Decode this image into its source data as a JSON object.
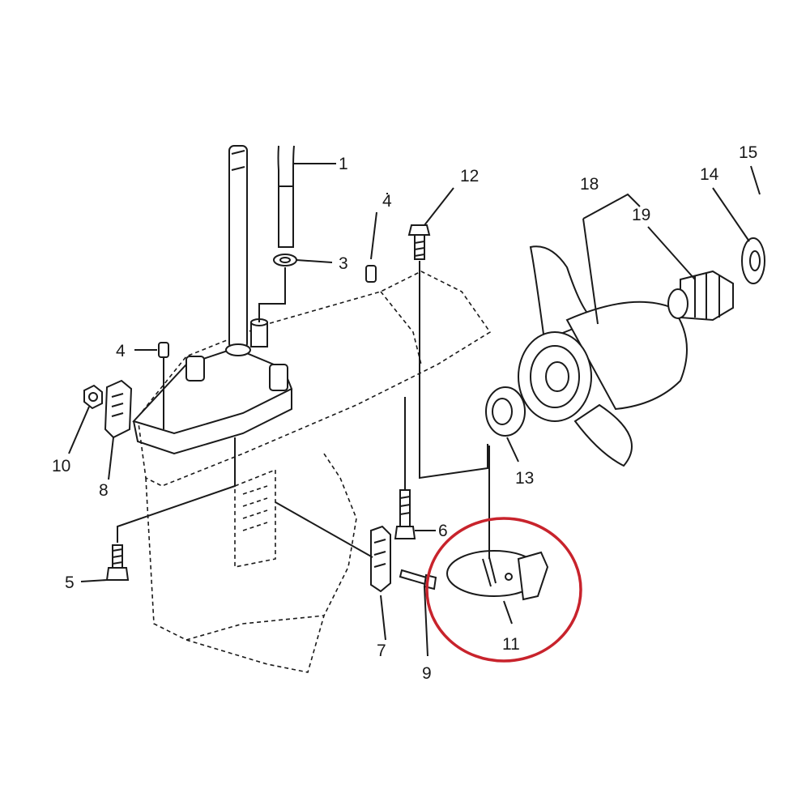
{
  "diagram": {
    "callouts": {
      "c1": "1",
      "c3": "3",
      "c4a": "4",
      "c4b": "4",
      "c5": "5",
      "c6": "6",
      "c7": "7",
      "c8": "8",
      "c9": "9",
      "c10": "10",
      "c11": "11",
      "c12": "12",
      "c13": "13",
      "c14": "14",
      "c15": "15",
      "c18": "18",
      "c19": "19"
    },
    "highlight_color": "#c8232c"
  }
}
